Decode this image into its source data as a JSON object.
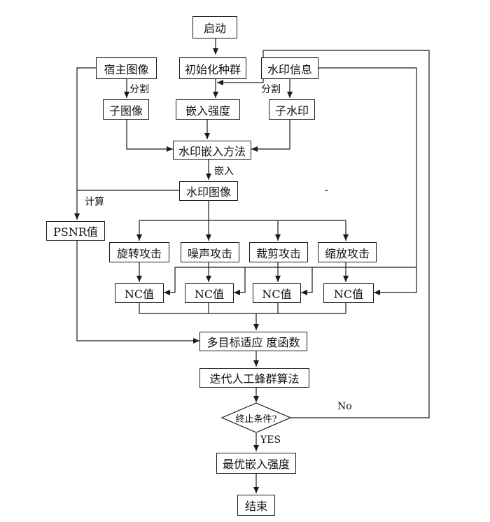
{
  "colors": {
    "line": "#1a1a1a",
    "background": "#ffffff",
    "text": "#111111"
  },
  "nodes": {
    "start": "启动",
    "host_image": "宿主图像",
    "init_population": "初始化种群",
    "watermark_info": "水印信息",
    "sub_image": "子图像",
    "embed_strength": "嵌入强度",
    "sub_watermark": "子水印",
    "embed_method": "水印嵌入方法",
    "watermarked_image": "水印图像",
    "psnr": "PSNR值",
    "rotation_attack": "旋转攻击",
    "noise_attack": "噪声攻击",
    "crop_attack": "裁剪攻击",
    "scale_attack": "缩放攻击",
    "nc_rotation": "NC值",
    "nc_noise": "NC值",
    "nc_crop": "NC值",
    "nc_scale": "NC值",
    "fitness_function": "多目标适应 度函数",
    "abc_algorithm": "迭代人工蜂群算法",
    "termination": "终止条件?",
    "optimal_strength": "最优嵌入强度",
    "end": "结束"
  },
  "edge_labels": {
    "split_host": "分割",
    "split_watermark": "分割",
    "embed": "嵌入",
    "compute": "计算",
    "no": "No",
    "yes": "YES",
    "stray_mark": "-"
  }
}
